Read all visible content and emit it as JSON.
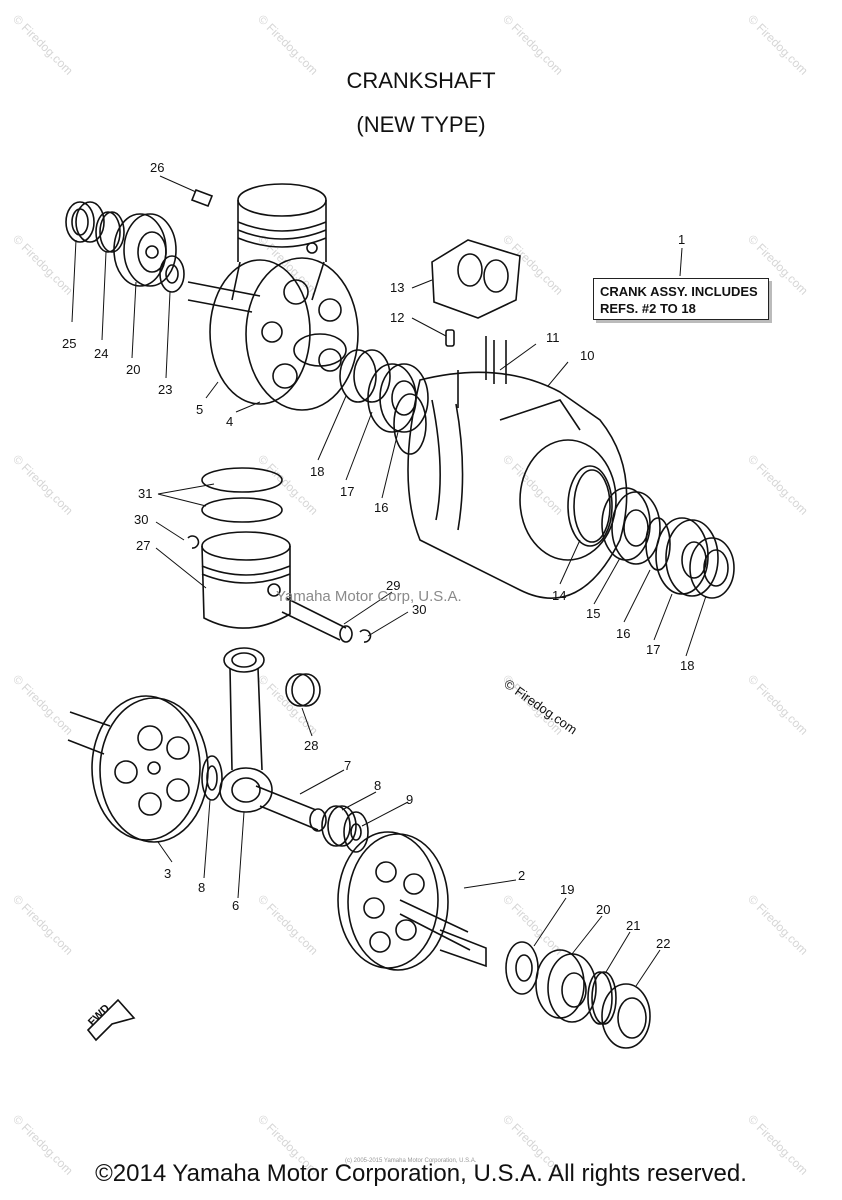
{
  "title": "CRANKSHAFT",
  "subtitle": "(NEW TYPE)",
  "note": {
    "line1": "CRANK ASSY. INCLUDES",
    "line2": "REFS. #2 TO 18"
  },
  "callouts": {
    "c1": "1",
    "c2": "2",
    "c3": "3",
    "c4": "4",
    "c5": "5",
    "c6": "6",
    "c7": "7",
    "c8a": "8",
    "c8b": "8",
    "c9": "9",
    "c10": "10",
    "c11": "11",
    "c12": "12",
    "c13": "13",
    "c14": "14",
    "c15": "15",
    "c16a": "16",
    "c16b": "16",
    "c17a": "17",
    "c17b": "17",
    "c18a": "18",
    "c18b": "18",
    "c19": "19",
    "c20a": "20",
    "c20b": "20",
    "c21": "21",
    "c22": "22",
    "c23": "23",
    "c24": "24",
    "c25": "25",
    "c26": "26",
    "c27": "27",
    "c28": "28",
    "c29": "29",
    "c30a": "30",
    "c30b": "30",
    "c31": "31"
  },
  "watermark_center": "Yamaha Motor Corp, U.S.A.",
  "watermark_firedog": "© Firedog.com",
  "watermark_small": "© Firedog.com",
  "fwd_label": "FWD",
  "tiny_copyright": "(c) 2005-2015 Yamaha Motor Corporation, U.S.A.",
  "footer": "©2014 Yamaha Motor Corporation, U.S.A. All rights reserved."
}
